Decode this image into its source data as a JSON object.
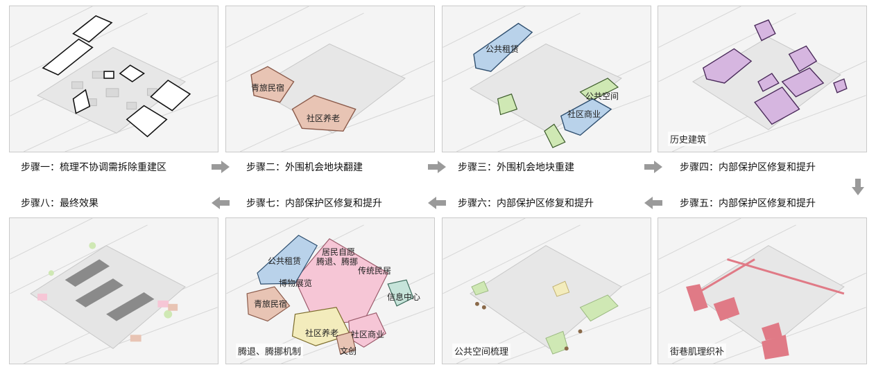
{
  "steps": {
    "s1": "步骤一：梳理不协调需拆除重建区",
    "s2": "步骤二：外围机会地块翻建",
    "s3": "步骤三：外围机会地块重建",
    "s4": "步骤四：内部保护区修复和提升",
    "s5": "步骤五：内部保护区修复和提升",
    "s6": "步骤六：内部保护区修复和提升",
    "s7": "步骤七：内部保护区修复和提升",
    "s8": "步骤八：最终效果"
  },
  "panels": {
    "p2": {
      "hostel": "青旅民宿",
      "elderly": "社区养老"
    },
    "p3": {
      "rental": "公共租赁",
      "public_space": "公共空间",
      "commerce": "社区商业"
    },
    "p4": {
      "caption": "历史建筑"
    },
    "p5": {
      "caption": "街巷肌理织补"
    },
    "p6": {
      "caption": "公共空间梳理"
    },
    "p7": {
      "caption": "腾退、腾挪机制",
      "rental": "公共租赁",
      "voluntary_1": "居民自愿",
      "voluntary_2": "腾退、腾挪",
      "traditional": "传统民居",
      "museum": "博物展览",
      "hostel": "青旅民宿",
      "info": "信息中心",
      "elderly": "社区养老",
      "commerce": "社区商业",
      "culture": "文创"
    }
  },
  "colors": {
    "arrow": "#9a9a9a",
    "hostel": "#e8c4b4",
    "rental": "#b9d2ea",
    "green": "#cfe8b4",
    "purple": "#d6b6e0",
    "pink": "#f6c6d6",
    "yellow": "#f3ecbc",
    "teal": "#c6e4da",
    "red": "#e07a86"
  }
}
